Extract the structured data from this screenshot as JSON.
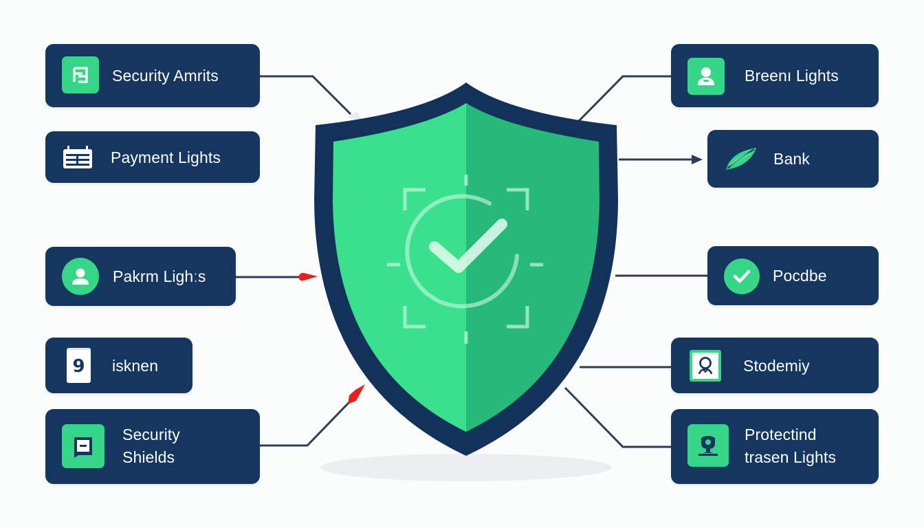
{
  "diagram": {
    "title": "",
    "center": {
      "name": "security-shield",
      "symbol": "check-in-scan-frame",
      "colors": {
        "outline": "#13325a",
        "fill_left": "#39e18f",
        "fill_right": "#26b97a",
        "glyph": "#bff3da"
      }
    },
    "colors": {
      "card_bg": "#15365e",
      "card_text": "#ffffff",
      "accent_green": "#36d688",
      "connector": "#2e3d55",
      "arrowhead_red": "#e8201c",
      "background": "#fbfcfc"
    },
    "left_nodes": [
      {
        "id": "security-amrits",
        "label": "Security Amrits",
        "icon": "document-icon",
        "connector": "line",
        "arrow": "none"
      },
      {
        "id": "payment-lights",
        "label": "Payment Lights",
        "icon": "calendar-table-icon",
        "connector": "none",
        "arrow": "none"
      },
      {
        "id": "pakrm-lights",
        "label": "Pakrm Lighːs",
        "icon": "user-circle-icon",
        "connector": "line",
        "arrow": "red"
      },
      {
        "id": "isknen",
        "label": "isknen",
        "icon": "number-card-icon",
        "icon_text": "9",
        "connector": "none",
        "arrow": "none"
      },
      {
        "id": "security-shields",
        "label": "Security\nShields",
        "icon": "message-box-icon",
        "connector": "line",
        "arrow": "red"
      }
    ],
    "right_nodes": [
      {
        "id": "breeni-lights",
        "label": "Breenı Lights",
        "icon": "user-badge-icon",
        "connector": "line",
        "arrow": "none"
      },
      {
        "id": "bank",
        "label": "Bank",
        "icon": "leaf-icon",
        "connector": "line",
        "arrow": "dark"
      },
      {
        "id": "pocdbe",
        "label": "Pocdbe",
        "icon": "check-circle-icon",
        "connector": "line",
        "arrow": "none"
      },
      {
        "id": "stodemiy",
        "label": "Stodemiy",
        "icon": "person-portrait-icon",
        "connector": "line",
        "arrow": "none"
      },
      {
        "id": "protectind-trasen-lights",
        "label": "Protectind\ntrasen Lights",
        "icon": "webcam-icon",
        "connector": "line",
        "arrow": "none"
      }
    ]
  }
}
